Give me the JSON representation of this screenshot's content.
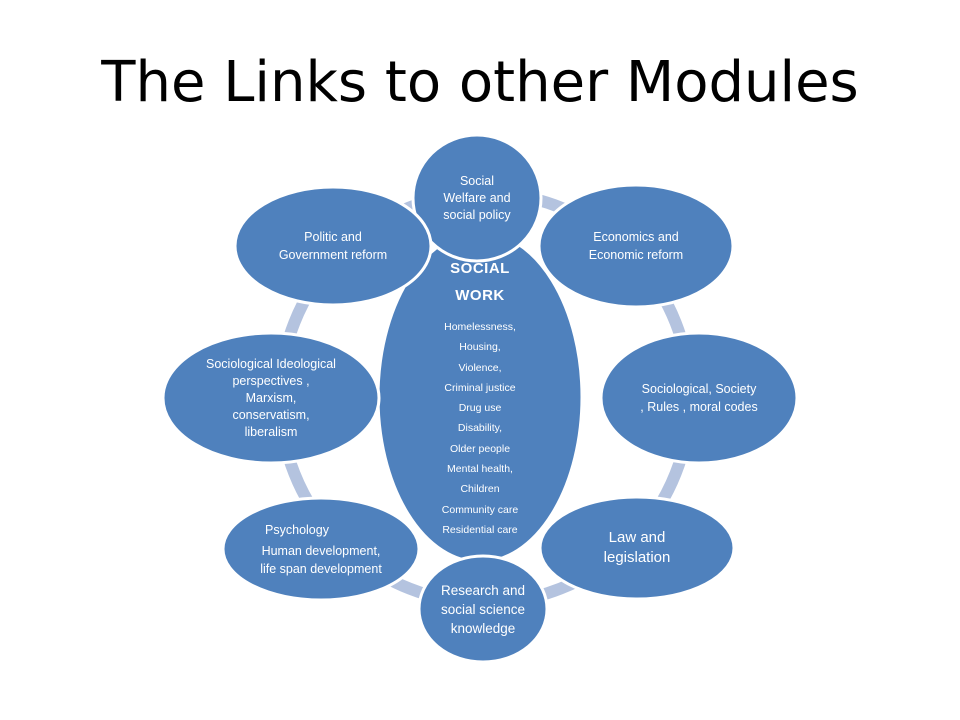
{
  "title": "The Links to other Modules",
  "colors": {
    "node_fill": "#4f81bd",
    "node_stroke": "#ffffff",
    "ring": "#b4c3df",
    "text": "#ffffff"
  },
  "center": {
    "title_lines": [
      "SOCIAL",
      "WORK"
    ],
    "items": [
      "Homelessness,",
      "Housing,",
      "Violence,",
      "Criminal justice",
      "Drug use",
      "Disability,",
      "Older people",
      "Mental health,",
      "Children",
      "Community care",
      "Residential care"
    ]
  },
  "nodes": [
    {
      "id": "social-welfare",
      "lines": [
        "Social",
        "Welfare and",
        "social  policy"
      ]
    },
    {
      "id": "economics",
      "lines": [
        "Economics and",
        "Economic reform"
      ]
    },
    {
      "id": "sociological-society",
      "lines": [
        "Sociological, Society",
        ", Rules , moral codes"
      ]
    },
    {
      "id": "law",
      "lines": [
        "Law and",
        "legislation"
      ]
    },
    {
      "id": "research",
      "lines": [
        "Research and",
        "social science",
        "knowledge"
      ]
    },
    {
      "id": "psychology",
      "lines": [
        "Psychology",
        "Human development,",
        "life span development"
      ]
    },
    {
      "id": "sociological-ideological",
      "lines": [
        "Sociological Ideological",
        "perspectives ,",
        "Marxism,",
        "conservatism,",
        "liberalism"
      ]
    },
    {
      "id": "politic",
      "lines": [
        "Politic and",
        "Government  reform"
      ]
    }
  ]
}
